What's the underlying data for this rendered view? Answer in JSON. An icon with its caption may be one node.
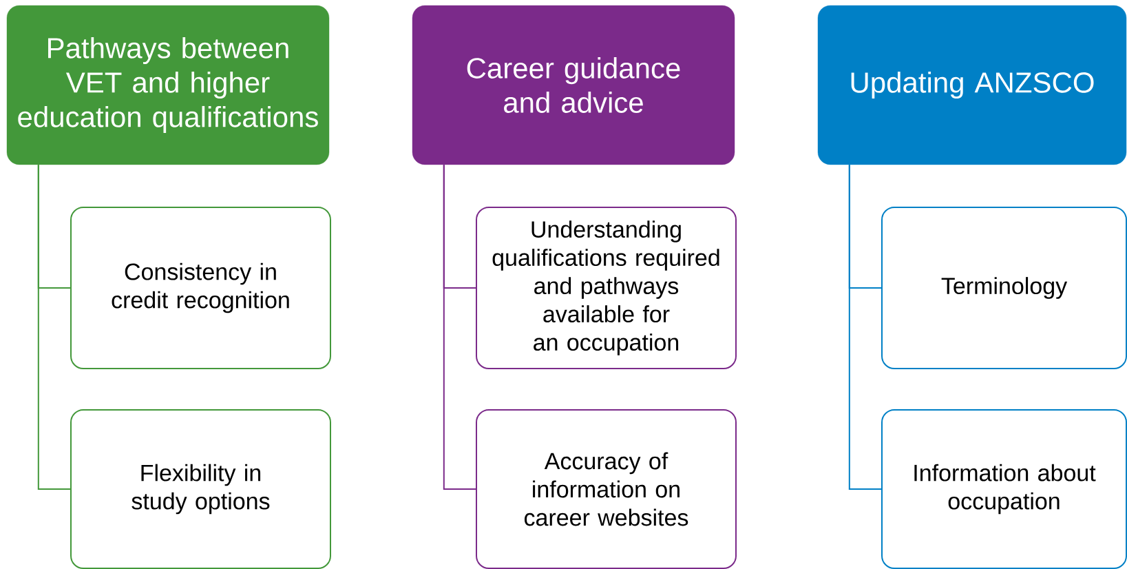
{
  "diagram": {
    "nodes": [
      {
        "text": [
          "Pathways between VET and higher education qualifications"
        ]
      },
      {
        "text": [
          "Consistency in credit recognition"
        ]
      },
      {
        "text": [
          "Flexibility in study options"
        ]
      },
      {
        "text": [
          "Career guidance and advice"
        ]
      },
      {
        "text": [
          "Understanding qualifications required and pathways available for an occupation"
        ]
      },
      {
        "text": [
          "Accuracy of information on career websites"
        ]
      },
      {
        "text": [
          "Updating ANZSCO"
        ]
      },
      {
        "text": [
          "Terminology"
        ]
      },
      {
        "text": [
          "Information about occupation"
        ]
      }
    ],
    "edges": [
      {
        "from": 0,
        "to": 1,
        "arrow": "none",
        "color": "#43983a"
      },
      {
        "from": 0,
        "to": 2,
        "arrow": "none",
        "color": "#43983a"
      },
      {
        "from": 3,
        "to": 4,
        "arrow": "none",
        "color": "#7b2a8a"
      },
      {
        "from": 3,
        "to": 5,
        "arrow": "none",
        "color": "#7b2a8a"
      },
      {
        "from": 6,
        "to": 7,
        "arrow": "none",
        "color": "#0080c6"
      },
      {
        "from": 6,
        "to": 8,
        "arrow": "none",
        "color": "#0080c6"
      }
    ]
  }
}
